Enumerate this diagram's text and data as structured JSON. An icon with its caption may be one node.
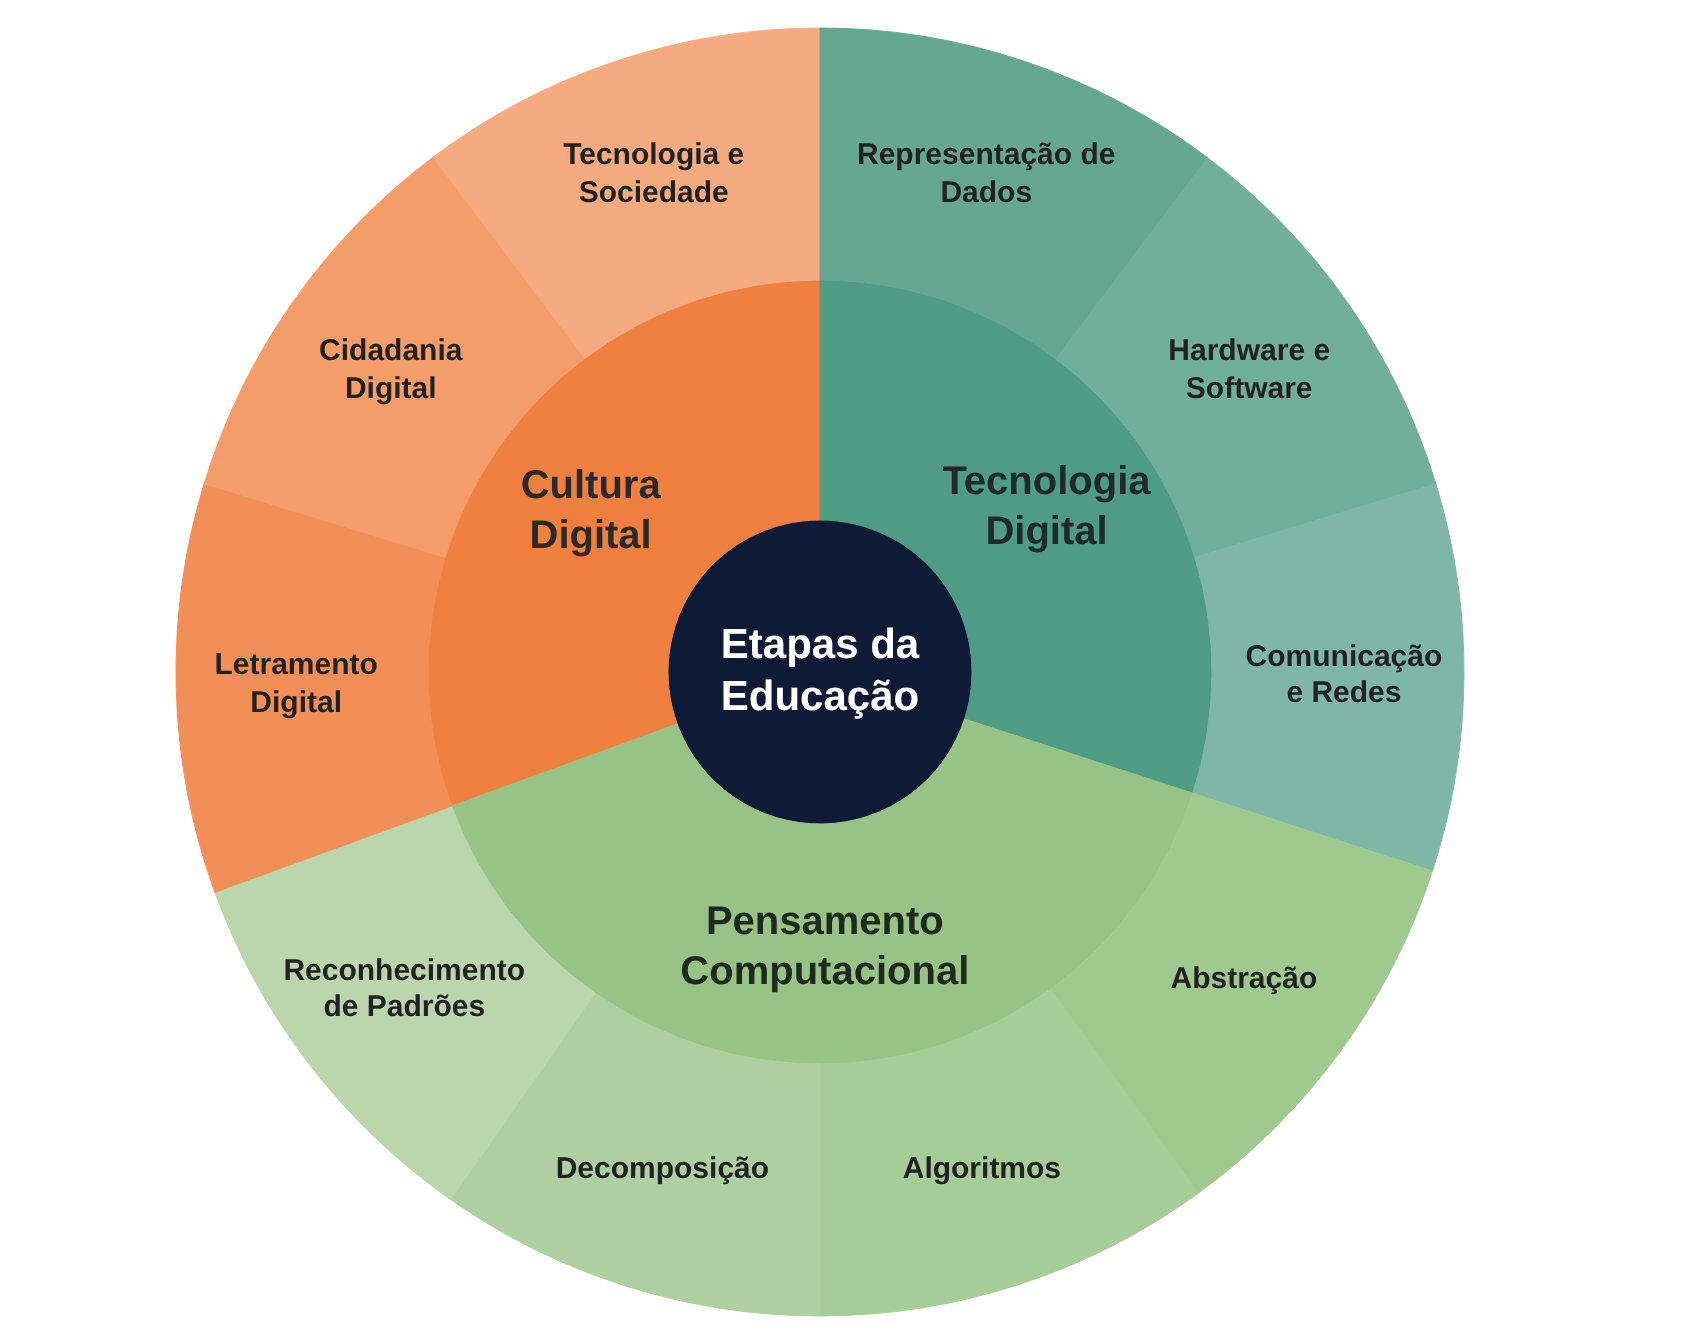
{
  "diagram": {
    "nodes": [
      {
        "text": [
          "Etapas da Educação"
        ]
      },
      {
        "text": [
          "Cultura Digital"
        ]
      },
      {
        "text": [
          "Tecnologia Digital"
        ]
      },
      {
        "text": [
          "Pensamento Computacional"
        ]
      },
      {
        "text": [
          "Tecnologia e Sociedade"
        ]
      },
      {
        "text": [
          "Representação de Dados"
        ]
      },
      {
        "text": [
          "Hardware e Software"
        ]
      },
      {
        "text": [
          "Comunicação e Redes"
        ]
      },
      {
        "text": [
          "Abstração"
        ]
      },
      {
        "text": [
          "Algoritmos"
        ]
      },
      {
        "text": [
          "Decomposição"
        ]
      },
      {
        "text": [
          "Reconhecimento de Padrões"
        ]
      },
      {
        "text": [
          "Letramento Digital"
        ]
      },
      {
        "text": [
          "Cidadania Digital"
        ]
      }
    ]
  }
}
